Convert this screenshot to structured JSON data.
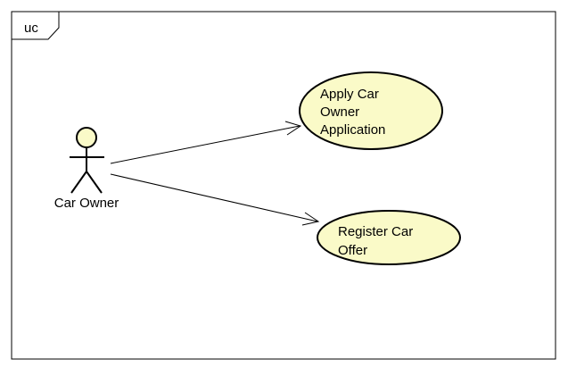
{
  "frame": {
    "tag": "uc"
  },
  "actor": {
    "name": "Car Owner"
  },
  "use_cases": [
    {
      "lines": [
        "Apply Car",
        "Owner",
        "Application"
      ]
    },
    {
      "lines": [
        "Register Car",
        "Offer"
      ]
    }
  ],
  "colors": {
    "use_case_fill": "#fafac8",
    "actor_head_fill": "#fafac8",
    "stroke": "#000000",
    "frame_border": "#000000"
  }
}
